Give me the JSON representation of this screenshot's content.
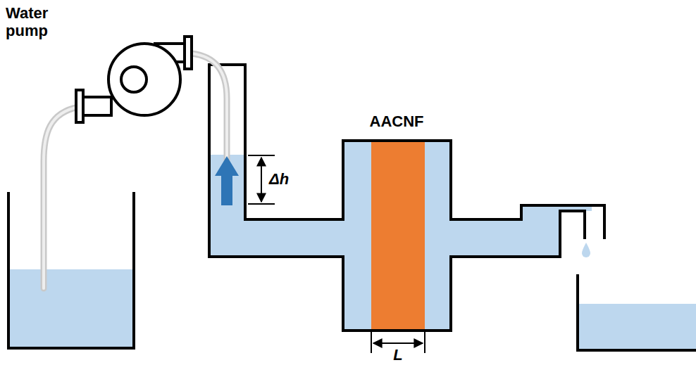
{
  "diagram": {
    "labels": [
      "Water pump",
      "AACNF",
      "Δh",
      "L"
    ]
  }
}
